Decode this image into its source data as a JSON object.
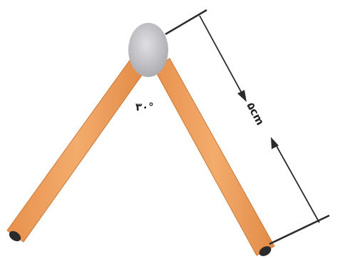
{
  "diagram": {
    "angle_label": "۳۰°",
    "length_label": "۵cm",
    "colors": {
      "stick": "#F0A462",
      "stick_edge": "#C9793A",
      "stick_end": "#2a2a2a",
      "joint": "#C8C8CC",
      "dimension_line": "#2b2b2b",
      "background": "#ffffff"
    },
    "icons": {
      "joint": "pin-joint",
      "arrow": "arrowhead"
    }
  }
}
